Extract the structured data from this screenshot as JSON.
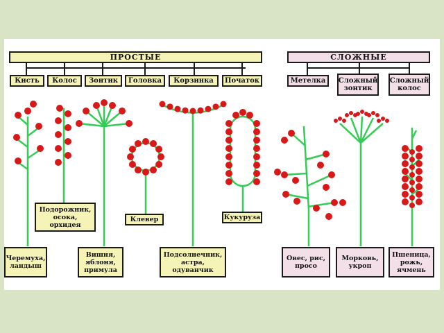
{
  "headers": {
    "simple": "ПРОСТЫЕ",
    "complex": "СЛОЖНЫЕ"
  },
  "simple_types": [
    "Кисть",
    "Колос",
    "Зонтик",
    "Головка",
    "Корзинка",
    "Початок"
  ],
  "complex_types": [
    "Метелка",
    "Сложный зонтик",
    "Сложный колос"
  ],
  "examples": {
    "kist": "Черемуха, ландыш",
    "kolos": "Подорожник, осока, орхидея",
    "zontik": "Вишня, яблоня, примула",
    "golovka": "Клевер",
    "korzinka": "Подсолнечник, астра, одуванчик",
    "pochatok": "Кукуруза",
    "metelka": "Овес, рис, просо",
    "slozh_zontik": "Морковь, укроп",
    "slozh_kolos": "Пшеница, рожь, ячмень"
  },
  "colors": {
    "stem": "#33cc55",
    "flower": "#d91818",
    "simple_box": "#f6f3b6",
    "complex_box": "#f3dfe8",
    "background": "#d9e4c6"
  }
}
